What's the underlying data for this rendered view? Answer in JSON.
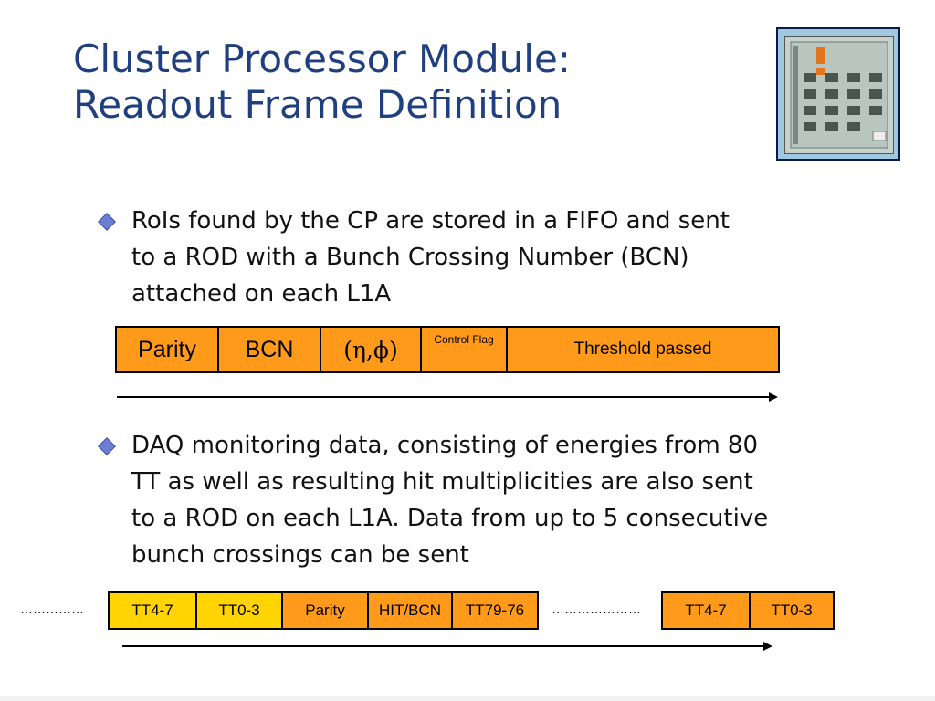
{
  "title": {
    "line1": "Cluster Processor Module:",
    "line2": "Readout Frame Definition"
  },
  "bullets": [
    {
      "lines": [
        "RoIs found by the CP are stored in a FIFO and sent",
        "to a ROD with a Bunch Crossing Number (BCN)",
        "attached on each L1A"
      ]
    },
    {
      "lines": [
        "DAQ monitoring data, consisting of energies from 80",
        "TT as well as resulting hit multiplicities are also sent",
        "to a ROD on each L1A. Data from up to 5 consecutive",
        "bunch crossings can be sent"
      ]
    }
  ],
  "roi_frame": {
    "fields": [
      "Parity",
      "BCN",
      "(η,ϕ)",
      "Control Flag",
      "Threshold passed"
    ]
  },
  "daq_frame": {
    "leading_dots": "……………",
    "fields": [
      "TT4-7",
      "TT0-3",
      "Parity",
      "HIT/BCN",
      "TT79-76"
    ],
    "middle_dots": "…………………",
    "trailing_fields": [
      "TT4-7",
      "TT0-3"
    ]
  },
  "colors": {
    "title": "#1f3f80",
    "frame_orange": "#ff9a1a",
    "frame_yellow": "#ffd400",
    "bullet_diamond": "#6c7ed4"
  }
}
